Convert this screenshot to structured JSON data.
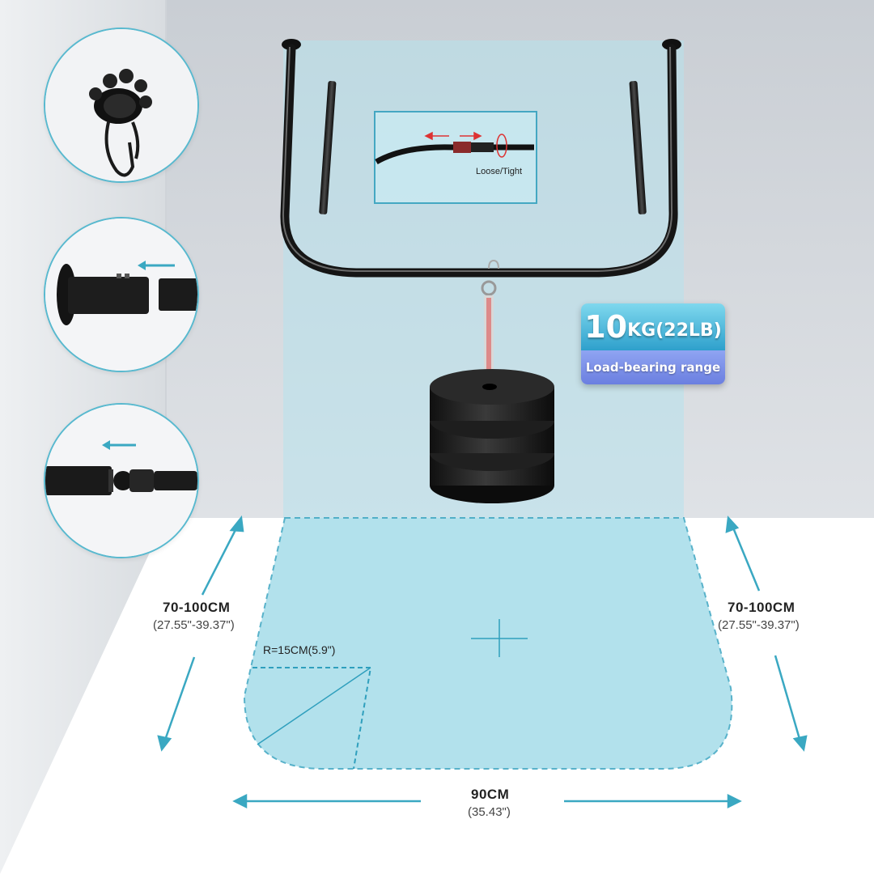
{
  "callouts": [
    {
      "name": "shower-curtain-hook",
      "icon": "hook-icon"
    },
    {
      "name": "wall-mount-bracket",
      "icon": "wall-bracket-icon"
    },
    {
      "name": "rod-connector",
      "icon": "connector-icon"
    }
  ],
  "adjustment": {
    "label": "Loose/Tight"
  },
  "load": {
    "value": "10",
    "unit": "KG(22LB)",
    "caption": "Load-bearing range"
  },
  "dimensions": {
    "left": {
      "main": "70-100CM",
      "sub": "(27.55\"-39.37\")"
    },
    "right": {
      "main": "70-100CM",
      "sub": "(27.55\"-39.37\")"
    },
    "bottom": {
      "main": "90CM",
      "sub": "(35.43\")"
    },
    "radius": "R=15CM(5.9\")"
  },
  "colors": {
    "accent": "#3aa8c2",
    "rod": "#1c1c1c",
    "glass": "#bfe6ee",
    "floor_zone": "#9edbe8"
  }
}
